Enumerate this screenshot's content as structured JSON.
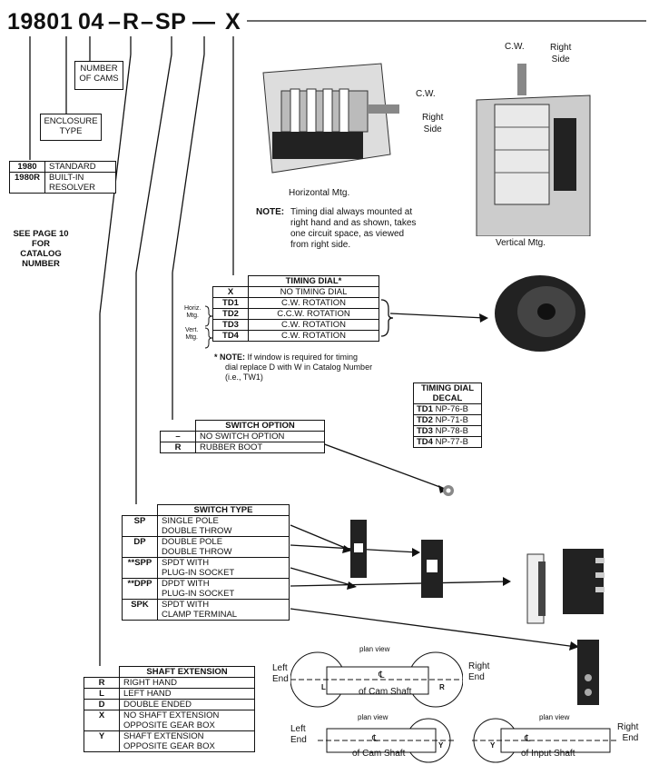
{
  "header": {
    "p1": "1980",
    "p2": "1",
    "p3": "04",
    "d1": "–",
    "p4": "R",
    "d2": "–",
    "p5": "SP",
    "d3": "—",
    "p6": "X"
  },
  "labels": {
    "num_cams": [
      "NUMBER",
      "OF CAMS"
    ],
    "enclosure": [
      "ENCLOSURE",
      "TYPE"
    ]
  },
  "enclosure_table": [
    [
      "1980",
      "STANDARD",
      ""
    ],
    [
      "1980R",
      "BUILT-IN",
      "RESOLVER"
    ]
  ],
  "see_page": [
    "SEE PAGE 10",
    "FOR",
    "CATALOG",
    "NUMBER"
  ],
  "photos": {
    "horizontal_caption": "Horizontal Mtg.",
    "vertical_caption": "Vertical Mtg.",
    "cw_a": "C.W.",
    "right_side_a": [
      "Right",
      "Side"
    ],
    "cw_b": "C.W.",
    "right_side_b": [
      "Right",
      "Side"
    ]
  },
  "note_main": {
    "label": "NOTE:",
    "lines": [
      "Timing dial always mounted at",
      "right hand and as shown, takes",
      "one circuit space, as viewed",
      "from right side."
    ]
  },
  "timing_dial": {
    "title": "TIMING DIAL*",
    "rows": [
      [
        "X",
        "NO TIMING DIAL"
      ],
      [
        "TD1",
        "C.W. ROTATION"
      ],
      [
        "TD2",
        "C.C.W. ROTATION"
      ],
      [
        "TD3",
        "C.W. ROTATION"
      ],
      [
        "TD4",
        "C.W. ROTATION"
      ]
    ],
    "horiz_label": [
      "Horiz.",
      "Mtg."
    ],
    "vert_label": [
      "Vert.",
      "Mtg."
    ],
    "note_star": "* NOTE:",
    "note_lines": [
      " If window is required for timing",
      "dial replace D with W in Catalog Number",
      "(i.e., TW1)"
    ]
  },
  "decal": {
    "title": [
      "TIMING DIAL",
      "DECAL"
    ],
    "rows": [
      [
        "TD1",
        "NP-76-B"
      ],
      [
        "TD2",
        "NP-71-B"
      ],
      [
        "TD3",
        "NP-78-B"
      ],
      [
        "TD4",
        "NP-77-B"
      ]
    ]
  },
  "switch_option": {
    "title": "SWITCH OPTION",
    "rows": [
      [
        "–",
        "NO SWITCH OPTION"
      ],
      [
        "R",
        "RUBBER BOOT"
      ]
    ]
  },
  "switch_type": {
    "title": "SWITCH TYPE",
    "rows": [
      [
        "SP",
        "SINGLE POLE",
        "DOUBLE THROW"
      ],
      [
        "DP",
        "DOUBLE POLE",
        "DOUBLE THROW"
      ],
      [
        "**SPP",
        "SPDT WITH",
        "PLUG-IN SOCKET"
      ],
      [
        "**DPP",
        "DPDT WITH",
        "PLUG-IN SOCKET"
      ],
      [
        "SPK",
        "SPDT WITH",
        "CLAMP TERMINAL"
      ]
    ]
  },
  "shaft": {
    "title": "SHAFT EXTENSION",
    "rows": [
      [
        "R",
        "RIGHT HAND",
        ""
      ],
      [
        "L",
        "LEFT HAND",
        ""
      ],
      [
        "D",
        "DOUBLE ENDED",
        ""
      ],
      [
        "X",
        "NO SHAFT EXTENSION",
        "OPPOSITE GEAR BOX"
      ],
      [
        "Y",
        "SHAFT EXTENSION",
        "OPPOSITE GEAR BOX"
      ]
    ]
  },
  "diagrams": {
    "plan_view": "plan view",
    "left_end": [
      "Left",
      "End"
    ],
    "right_end": [
      "Right",
      "End"
    ],
    "cam_shaft": "of Cam Shaft",
    "input_shaft": "of Input Shaft",
    "cl": "℄",
    "L": "L",
    "R": "R",
    "Y": "Y"
  }
}
